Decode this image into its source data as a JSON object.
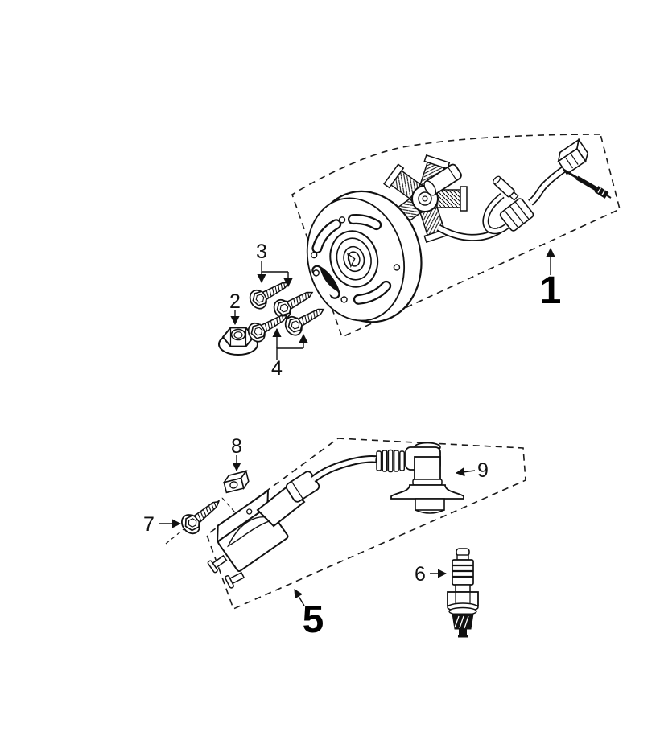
{
  "diagram": {
    "background": "#ffffff",
    "line_color": "#111111",
    "callouts": [
      {
        "number": "1",
        "style": "large"
      },
      {
        "number": "2",
        "style": "small"
      },
      {
        "number": "3",
        "style": "small"
      },
      {
        "number": "4",
        "style": "small"
      },
      {
        "number": "5",
        "style": "large"
      },
      {
        "number": "6",
        "style": "small"
      },
      {
        "number": "7",
        "style": "small"
      },
      {
        "number": "8",
        "style": "small"
      },
      {
        "number": "9",
        "style": "small"
      }
    ]
  }
}
